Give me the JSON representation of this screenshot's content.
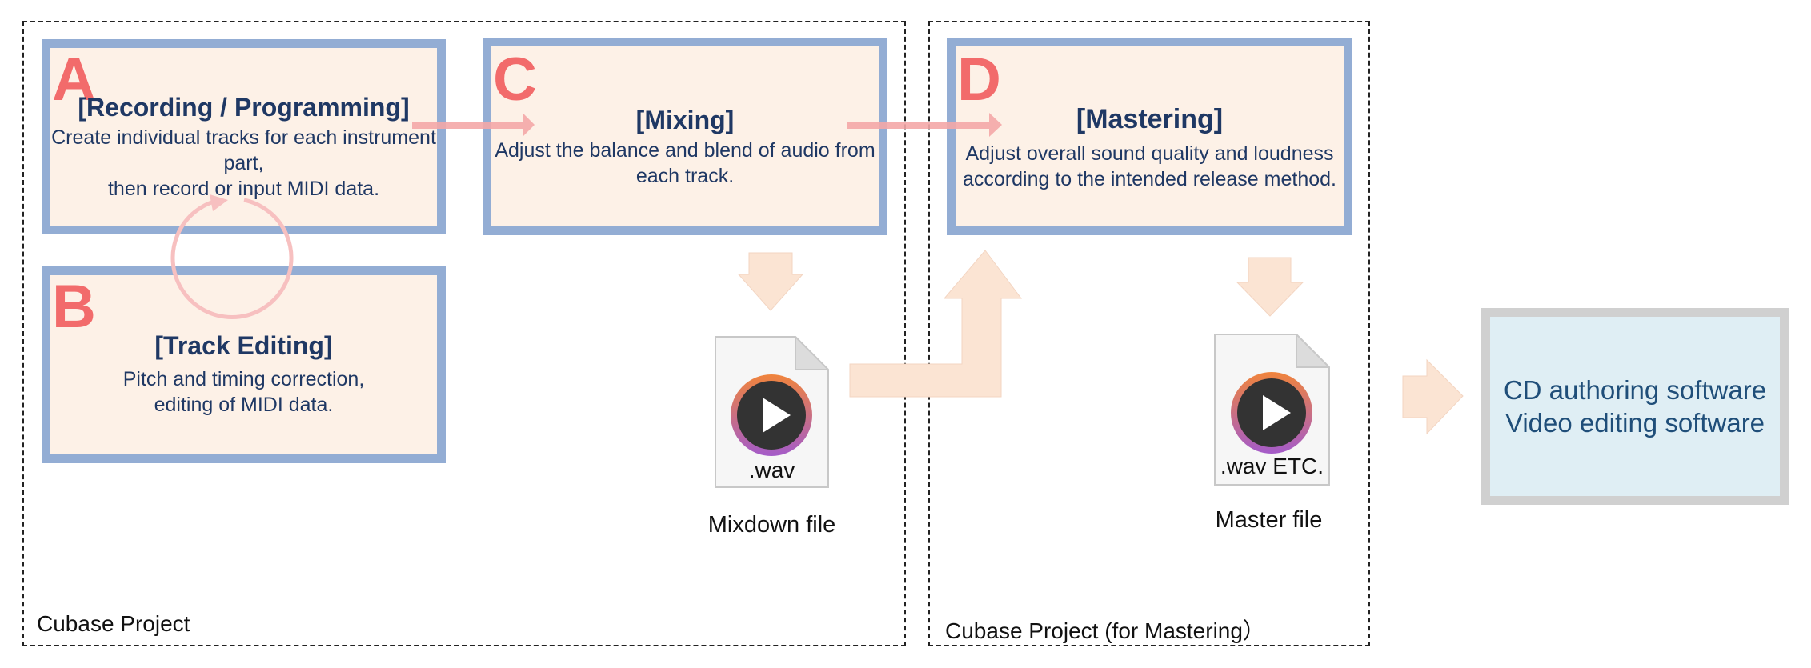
{
  "regions": {
    "project": "Cubase Project",
    "mastering_project": "Cubase Project (for Mastering）"
  },
  "boxes": {
    "a": {
      "letter": "A",
      "title": "[Recording / Programming]",
      "desc": [
        "Create individual tracks for each instrument",
        "part,",
        "then record or input MIDI data."
      ]
    },
    "b": {
      "letter": "B",
      "title": "[Track Editing]",
      "desc": [
        "Pitch and timing correction,",
        "editing of MIDI data."
      ]
    },
    "c": {
      "letter": "C",
      "title": "[Mixing]",
      "desc": [
        "Adjust the balance and blend of audio from",
        "each track."
      ]
    },
    "d": {
      "letter": "D",
      "title": "[Mastering]",
      "desc": [
        "Adjust overall sound quality and loudness",
        "according to the intended release method."
      ]
    }
  },
  "files": {
    "mixdown": {
      "ext": ".wav",
      "caption": "Mixdown file",
      "icon": "play-icon"
    },
    "master": {
      "ext": ".wav ETC.",
      "caption": "Master file",
      "icon": "play-icon"
    }
  },
  "output": {
    "lines": [
      "CD authoring software",
      "Video editing software"
    ]
  },
  "colors": {
    "box_fill": "#fdf1e7",
    "box_border": "#93add4",
    "letter": "#f26b6b",
    "text": "#1f3864",
    "arrow_pink": "#f4a7a7",
    "arrow_peach": "#fbe4d3",
    "output_fill": "#dfeef4",
    "output_border": "#d0d0d0"
  }
}
